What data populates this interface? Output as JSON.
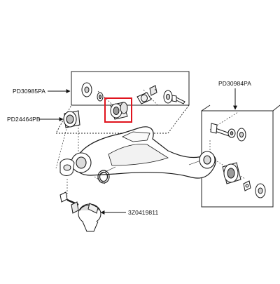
{
  "callouts": [
    {
      "part_number": "PD30985PA"
    },
    {
      "part_number": "PD24464PB"
    },
    {
      "part_number": "PD30984PA"
    },
    {
      "part_number": "3Z0419811"
    }
  ],
  "highlight_color": "#e0141e",
  "line_color": "#1a1a1a"
}
